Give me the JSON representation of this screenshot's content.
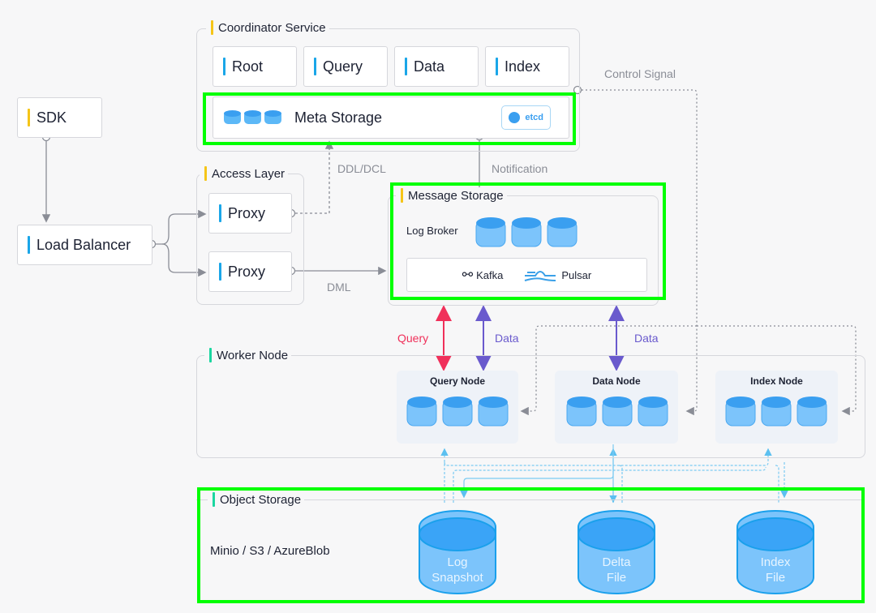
{
  "colors": {
    "highlight": "#00ff00",
    "query_arrow": "#f0305a",
    "data_arrow": "#6a5acd",
    "cylinder": "#42a9f5",
    "group_border": "#d6d7dc",
    "accent_yellow": "#f5c518",
    "accent_blue": "#1aa6e8",
    "accent_green": "#1bd6a0"
  },
  "sdk": {
    "label": "SDK"
  },
  "load_balancer": {
    "label": "Load Balancer"
  },
  "coordinator": {
    "title": "Coordinator Service",
    "coords": [
      {
        "label": "Root"
      },
      {
        "label": "Query"
      },
      {
        "label": "Data"
      },
      {
        "label": "Index"
      }
    ],
    "meta_storage": {
      "label": "Meta Storage",
      "badge": "etcd",
      "badge_icon": "etcd-icon"
    }
  },
  "access_layer": {
    "title": "Access Layer",
    "proxies": [
      {
        "label": "Proxy"
      },
      {
        "label": "Proxy"
      }
    ]
  },
  "message_storage": {
    "title": "Message Storage",
    "log_broker": "Log Broker",
    "engines": [
      {
        "label": "Kafka",
        "icon": "kafka-icon"
      },
      {
        "label": "Pulsar",
        "icon": "pulsar-icon"
      }
    ]
  },
  "edge_labels": {
    "control_signal": "Control Signal",
    "ddl_dcl": "DDL/DCL",
    "notification": "Notification",
    "dml": "DML",
    "query": "Query",
    "data_left": "Data",
    "data_right": "Data"
  },
  "worker": {
    "title": "Worker Node",
    "nodes": [
      {
        "label": "Query Node"
      },
      {
        "label": "Data Node"
      },
      {
        "label": "Index Node"
      }
    ]
  },
  "object_storage": {
    "title": "Object Storage",
    "backends": "Minio / S3 / AzureBlob",
    "stores": [
      {
        "line1": "Log",
        "line2": "Snapshot"
      },
      {
        "line1": "Delta",
        "line2": "File"
      },
      {
        "line1": "Index",
        "line2": "File"
      }
    ]
  }
}
